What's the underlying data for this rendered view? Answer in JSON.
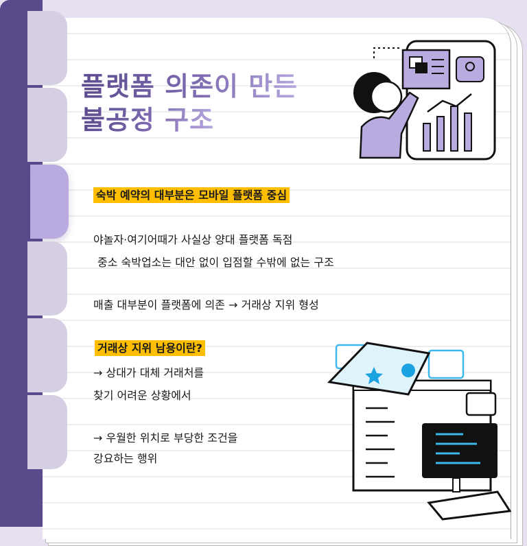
{
  "title": {
    "line1": "플랫폼 의존이 만든",
    "line2": "불공정 구조"
  },
  "section1": {
    "highlight": "숙박 예약의 대부분은 모바일 플랫폼 중심",
    "line1": "야놀자·여기어때가 사실상 양대 플랫폼 독점",
    "line2": "중소 숙박업소는 대안 없이 입점할 수밖에 없는 구조",
    "line3": "매출 대부분이 플랫폼에 의존 → 거래상 지위 형성"
  },
  "section2": {
    "highlight": "거래상 지위 남용이란?",
    "line1": "→ 상대가 대체 거래처를",
    "line2": "찾기 어려운 상황에서",
    "line3": "→ 우월한 위치로 부당한 조건을",
    "line4": "강요하는 행위"
  },
  "colors": {
    "accent": "#5a4a8b",
    "highlight": "#ffbf00",
    "tab": "#d6cfe4",
    "tab_active": "#b9abdf"
  }
}
